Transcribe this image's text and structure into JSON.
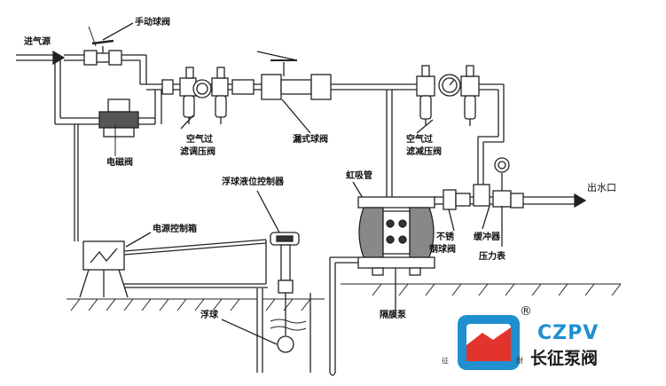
{
  "labels": {
    "air_source": "进气源",
    "manual_ball_valve": "手动球阀",
    "air_filter_regulator_1_line1": "空气过",
    "air_filter_regulator_1_line2": "滤调压阀",
    "leak_ball_valve": "漏式球阀",
    "air_filter_regulator_2_line1": "空气过",
    "air_filter_regulator_2_line2": "滤减压阀",
    "solenoid_valve": "电磁阀",
    "float_level_controller": "浮球液位控制器",
    "power_control_box": "电源控制箱",
    "siphon_pipe": "虹吸管",
    "stainless_ball_valve_line1": "不锈",
    "stainless_ball_valve_line2": "钢球阀",
    "buffer": "缓冲器",
    "pressure_gauge": "压力表",
    "water_outlet": "出水口",
    "float_ball": "浮球",
    "diaphragm_pump": "隔膜泵"
  },
  "logo": {
    "registered": "®",
    "brand_en": "CZPV",
    "brand_cn": "长征泵阀",
    "char_left": "征",
    "char_right": "耐",
    "color_primary": "#1f8fd0",
    "color_accent": "#e2342c"
  }
}
